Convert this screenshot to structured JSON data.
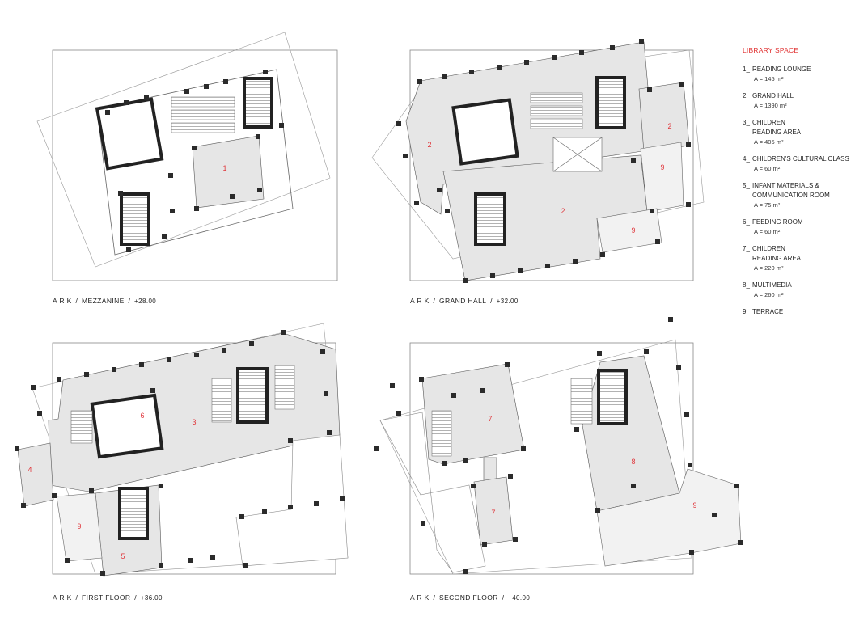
{
  "legend": {
    "title": "LIBRARY SPACE",
    "items": [
      {
        "num": "1",
        "name": "READING LOUNGE",
        "area": "A = 145 m²"
      },
      {
        "num": "2",
        "name": "GRAND HALL",
        "area": "A = 1390  m²"
      },
      {
        "num": "3",
        "name": "CHILDREN\nREADING AREA",
        "area": "A = 405 m²"
      },
      {
        "num": "4",
        "name": "CHILDREN'S CULTURAL CLASS",
        "area": "A = 60 m²"
      },
      {
        "num": "5",
        "name": "INFANT MATERIALS &\nCOMMUNICATION ROOM",
        "area": "A = 75 m²"
      },
      {
        "num": "6",
        "name": "FEEDING ROOM",
        "area": "A = 60 m²"
      },
      {
        "num": "7",
        "name": "CHILDREN\nREADING AREA",
        "area": "A = 220 m²"
      },
      {
        "num": "8",
        "name": "MULTIMEDIA",
        "area": "A = 260 m²"
      },
      {
        "num": "9",
        "name": "TERRACE",
        "area": ""
      }
    ]
  },
  "plans": [
    {
      "id": "mezzanine",
      "prefix": "A R K",
      "name": "MEZZANINE",
      "level": "+28.00",
      "labels": [
        "1"
      ]
    },
    {
      "id": "grand-hall",
      "prefix": "A R K",
      "name": "GRAND HALL",
      "level": "+32.00",
      "labels": [
        "2",
        "2",
        "2",
        "9",
        "9"
      ]
    },
    {
      "id": "first-floor",
      "prefix": "A R K",
      "name": "FIRST FLOOR",
      "level": "+36.00",
      "labels": [
        "3",
        "4",
        "5",
        "6",
        "9"
      ]
    },
    {
      "id": "second-floor",
      "prefix": "A R K",
      "name": "SECOND FLOOR",
      "level": "+40.00",
      "labels": [
        "7",
        "7",
        "8",
        "9"
      ]
    }
  ],
  "colors": {
    "accent": "#e0353a",
    "room_fill": "#e6e6e6",
    "terrace_fill": "#f2f2f2",
    "column": "#2b2b2b",
    "line": "#555555"
  }
}
